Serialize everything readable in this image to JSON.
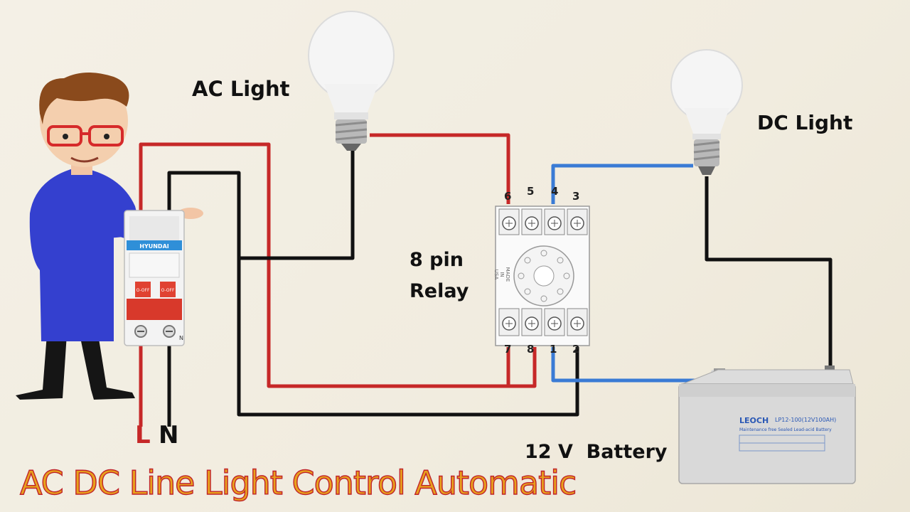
{
  "labels": {
    "ac_light": "AC Light",
    "dc_light": "DC Light",
    "relay_line1": "8 pin",
    "relay_line2": "Relay",
    "battery": "12 V  Battery",
    "live": "L",
    "neutral": "N",
    "title": "AC DC Line Light Control Automatic"
  },
  "relay_pins": {
    "top": [
      "6",
      "5",
      "4",
      "3"
    ],
    "bottom": [
      "7",
      "8",
      "1",
      "2"
    ]
  },
  "breaker": {
    "brand": "HYUNDAI",
    "switch_left": "O-OFF",
    "switch_right": "O-OFF",
    "terminal": "N"
  },
  "relay_base_text": [
    "MADE",
    "IN",
    "USA"
  ],
  "battery_info": {
    "brand": "LEOCH",
    "model": "LP12-100(12V100AH)",
    "type": "Maintenance free Sealed Lead-acid Battery"
  },
  "colors": {
    "wire_red": "#c62828",
    "wire_black": "#111111",
    "wire_blue": "#3a7bd5",
    "title_fill": "#e8a11c",
    "title_stroke": "#c0242b"
  }
}
